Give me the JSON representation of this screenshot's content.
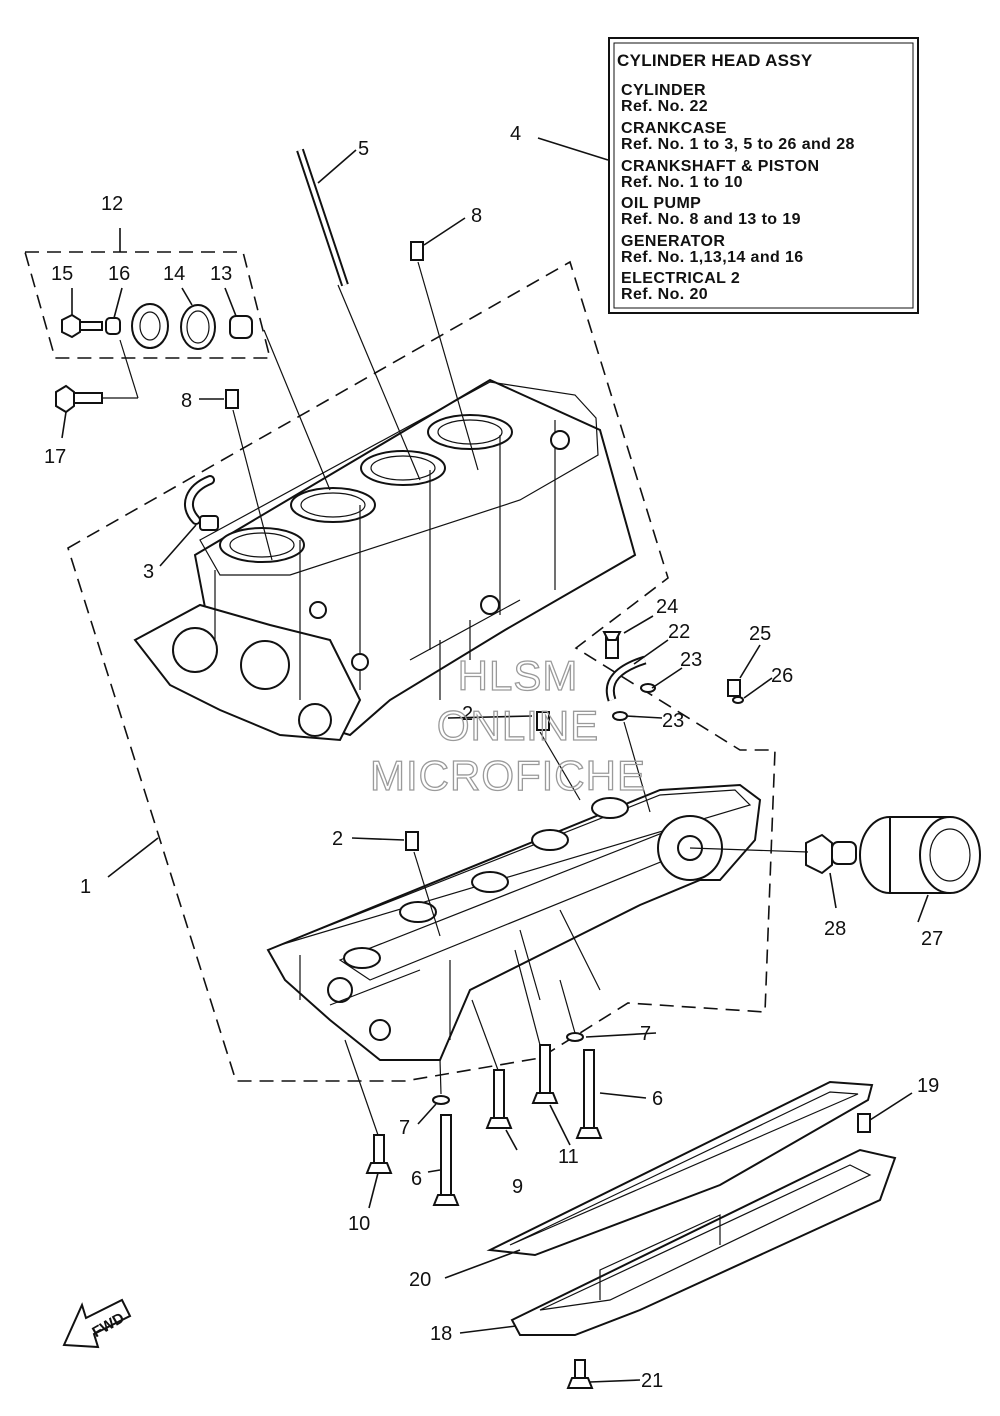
{
  "info_box": {
    "title": "CYLINDER HEAD ASSY",
    "lines": [
      "CYLINDER",
      "Ref. No. 22",
      "CRANKCASE",
      "Ref. No. 1 to 3, 5 to 26 and 28",
      "CRANKSHAFT & PISTON",
      "Ref. No. 1 to 10",
      "OIL PUMP",
      "Ref. No. 8 and 13 to 19",
      "GENERATOR",
      "Ref. No. 1,13,14 and 16",
      "ELECTRICAL 2",
      "Ref. No. 20"
    ]
  },
  "callouts": {
    "c1": "1",
    "c2a": "2",
    "c2b": "2",
    "c3": "3",
    "c4": "4",
    "c5": "5",
    "c6a": "6",
    "c6b": "6",
    "c7a": "7",
    "c7b": "7",
    "c8a": "8",
    "c8b": "8",
    "c9": "9",
    "c10": "10",
    "c11": "11",
    "c12": "12",
    "c13": "13",
    "c14": "14",
    "c15": "15",
    "c16": "16",
    "c17": "17",
    "c18": "18",
    "c19": "19",
    "c20": "20",
    "c21": "21",
    "c22": "22",
    "c23a": "23",
    "c23b": "23",
    "c24": "24",
    "c25": "25",
    "c26": "26",
    "c27": "27",
    "c28": "28"
  },
  "fwd_label": "FWD",
  "watermark": {
    "line1": "HLSM",
    "line2": "ONLINE",
    "line3": "MICROFICHE"
  }
}
